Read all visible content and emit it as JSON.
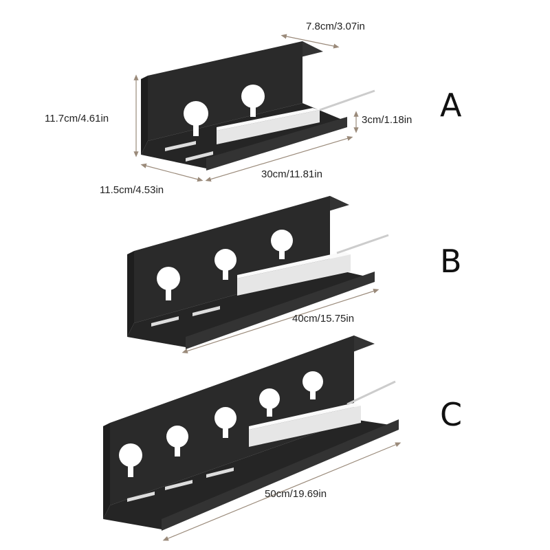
{
  "variants": [
    {
      "label": "A",
      "length": "30cm/11.81in"
    },
    {
      "label": "B",
      "length": "40cm/15.75in"
    },
    {
      "label": "C",
      "length": "50cm/19.69in"
    }
  ],
  "dimensions": {
    "depth_top": "7.8cm/3.07in",
    "height": "11.7cm/4.61in",
    "lip_height": "3cm/1.18in",
    "depth": "11.5cm/4.53in"
  },
  "colors": {
    "tray": "#2a2a2a",
    "tray_edge": "#4a4a4a",
    "power_strip": "#f2f2f2",
    "dimension_line": "#9a8a7a"
  }
}
